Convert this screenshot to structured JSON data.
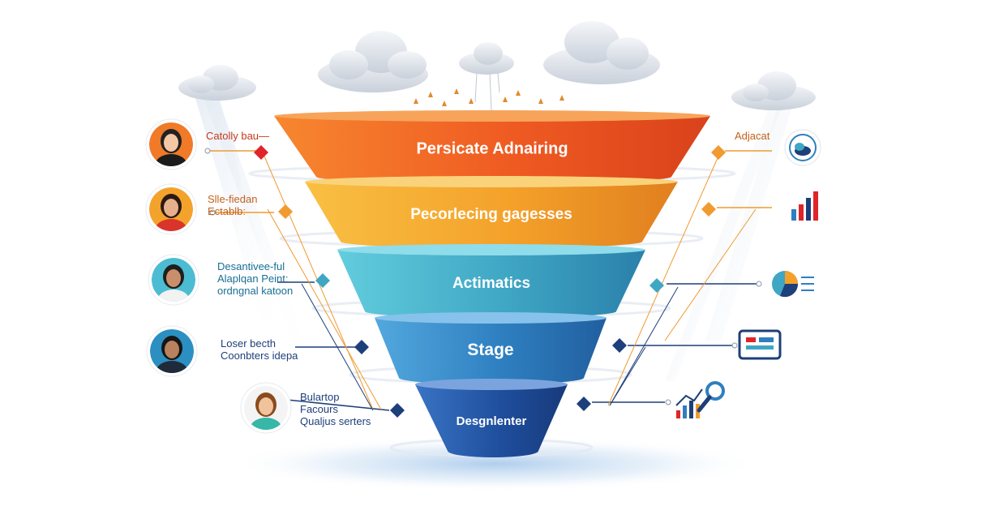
{
  "colors": {
    "stage1": "#ef5a22",
    "stage2": "#f4a12a",
    "stage3": "#3fa6c4",
    "stage4": "#2e7fc0",
    "stage5": "#1f4f9e",
    "connector_orange": "#f09a30",
    "connector_navy": "#1d3f7a",
    "accent_red": "#e0242a"
  },
  "funnel": {
    "stages": [
      {
        "label": "Persicate Adnairing"
      },
      {
        "label": "Pecorlecing gagesses"
      },
      {
        "label": "Actimatics"
      },
      {
        "label": "Stage"
      },
      {
        "label": "Desgnlenter"
      }
    ]
  },
  "left_items": [
    {
      "lines": [
        "Catolly bau—"
      ],
      "avatar": "avatar-woman-1"
    },
    {
      "lines": [
        "Slle-fiedan",
        "Ectablb:"
      ],
      "avatar": "avatar-woman-2"
    },
    {
      "lines": [
        "Desantivee-ful",
        "Alaplqan Peint:",
        "ordngnal katoon"
      ],
      "avatar": "avatar-man"
    },
    {
      "lines": [
        "Loser becth",
        "Coonbters idepa"
      ],
      "avatar": "avatar-woman-3"
    },
    {
      "lines": [
        "Bulartop",
        "Facours",
        "Qualjus serters"
      ],
      "avatar": "avatar-woman-4"
    }
  ],
  "right_items": [
    {
      "lines": [
        "Adjacat"
      ],
      "icon": "cloud-sync-icon"
    },
    {
      "lines": [],
      "icon": "bar-chart-icon"
    },
    {
      "lines": [],
      "icon": "pie-chart-icon"
    },
    {
      "lines": [],
      "icon": "monitor-dashboard-icon"
    },
    {
      "lines": [],
      "icon": "analytics-magnifier-icon"
    }
  ]
}
